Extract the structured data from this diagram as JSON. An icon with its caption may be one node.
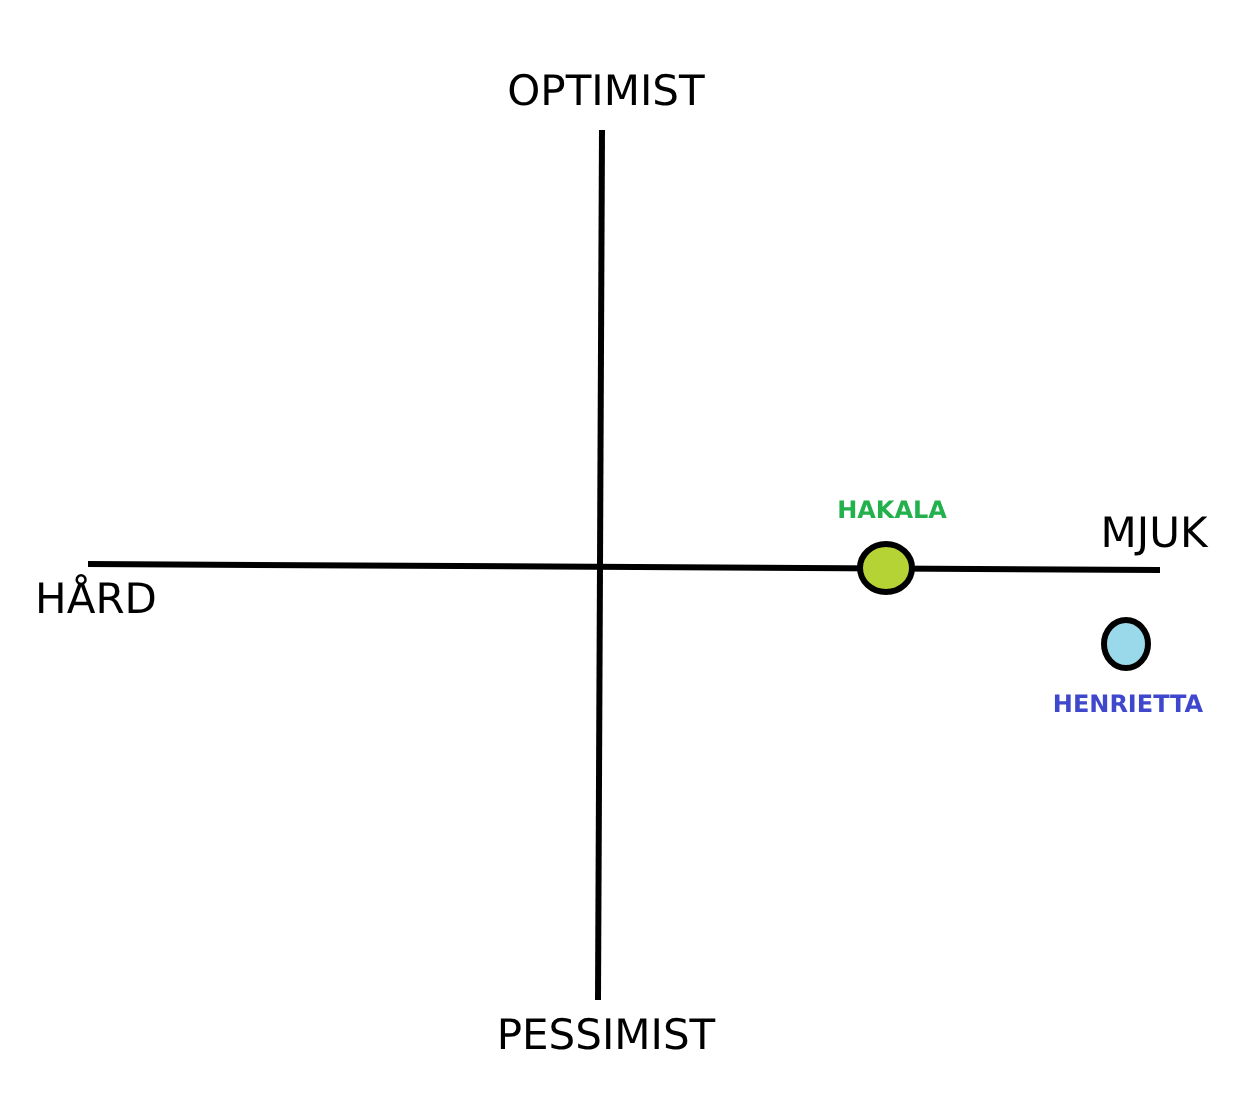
{
  "diagram": {
    "nodes": [
      {
        "text": [],
        "shape": "circle",
        "beside": [
          "HAKALA"
        ]
      },
      {
        "text": [],
        "shape": "circle",
        "beside": [
          "HENRIETTA"
        ]
      }
    ],
    "edges": [],
    "labels": [
      "OPTIMIST",
      "MJUK",
      "HÅRD",
      "PESSIMIST"
    ]
  }
}
